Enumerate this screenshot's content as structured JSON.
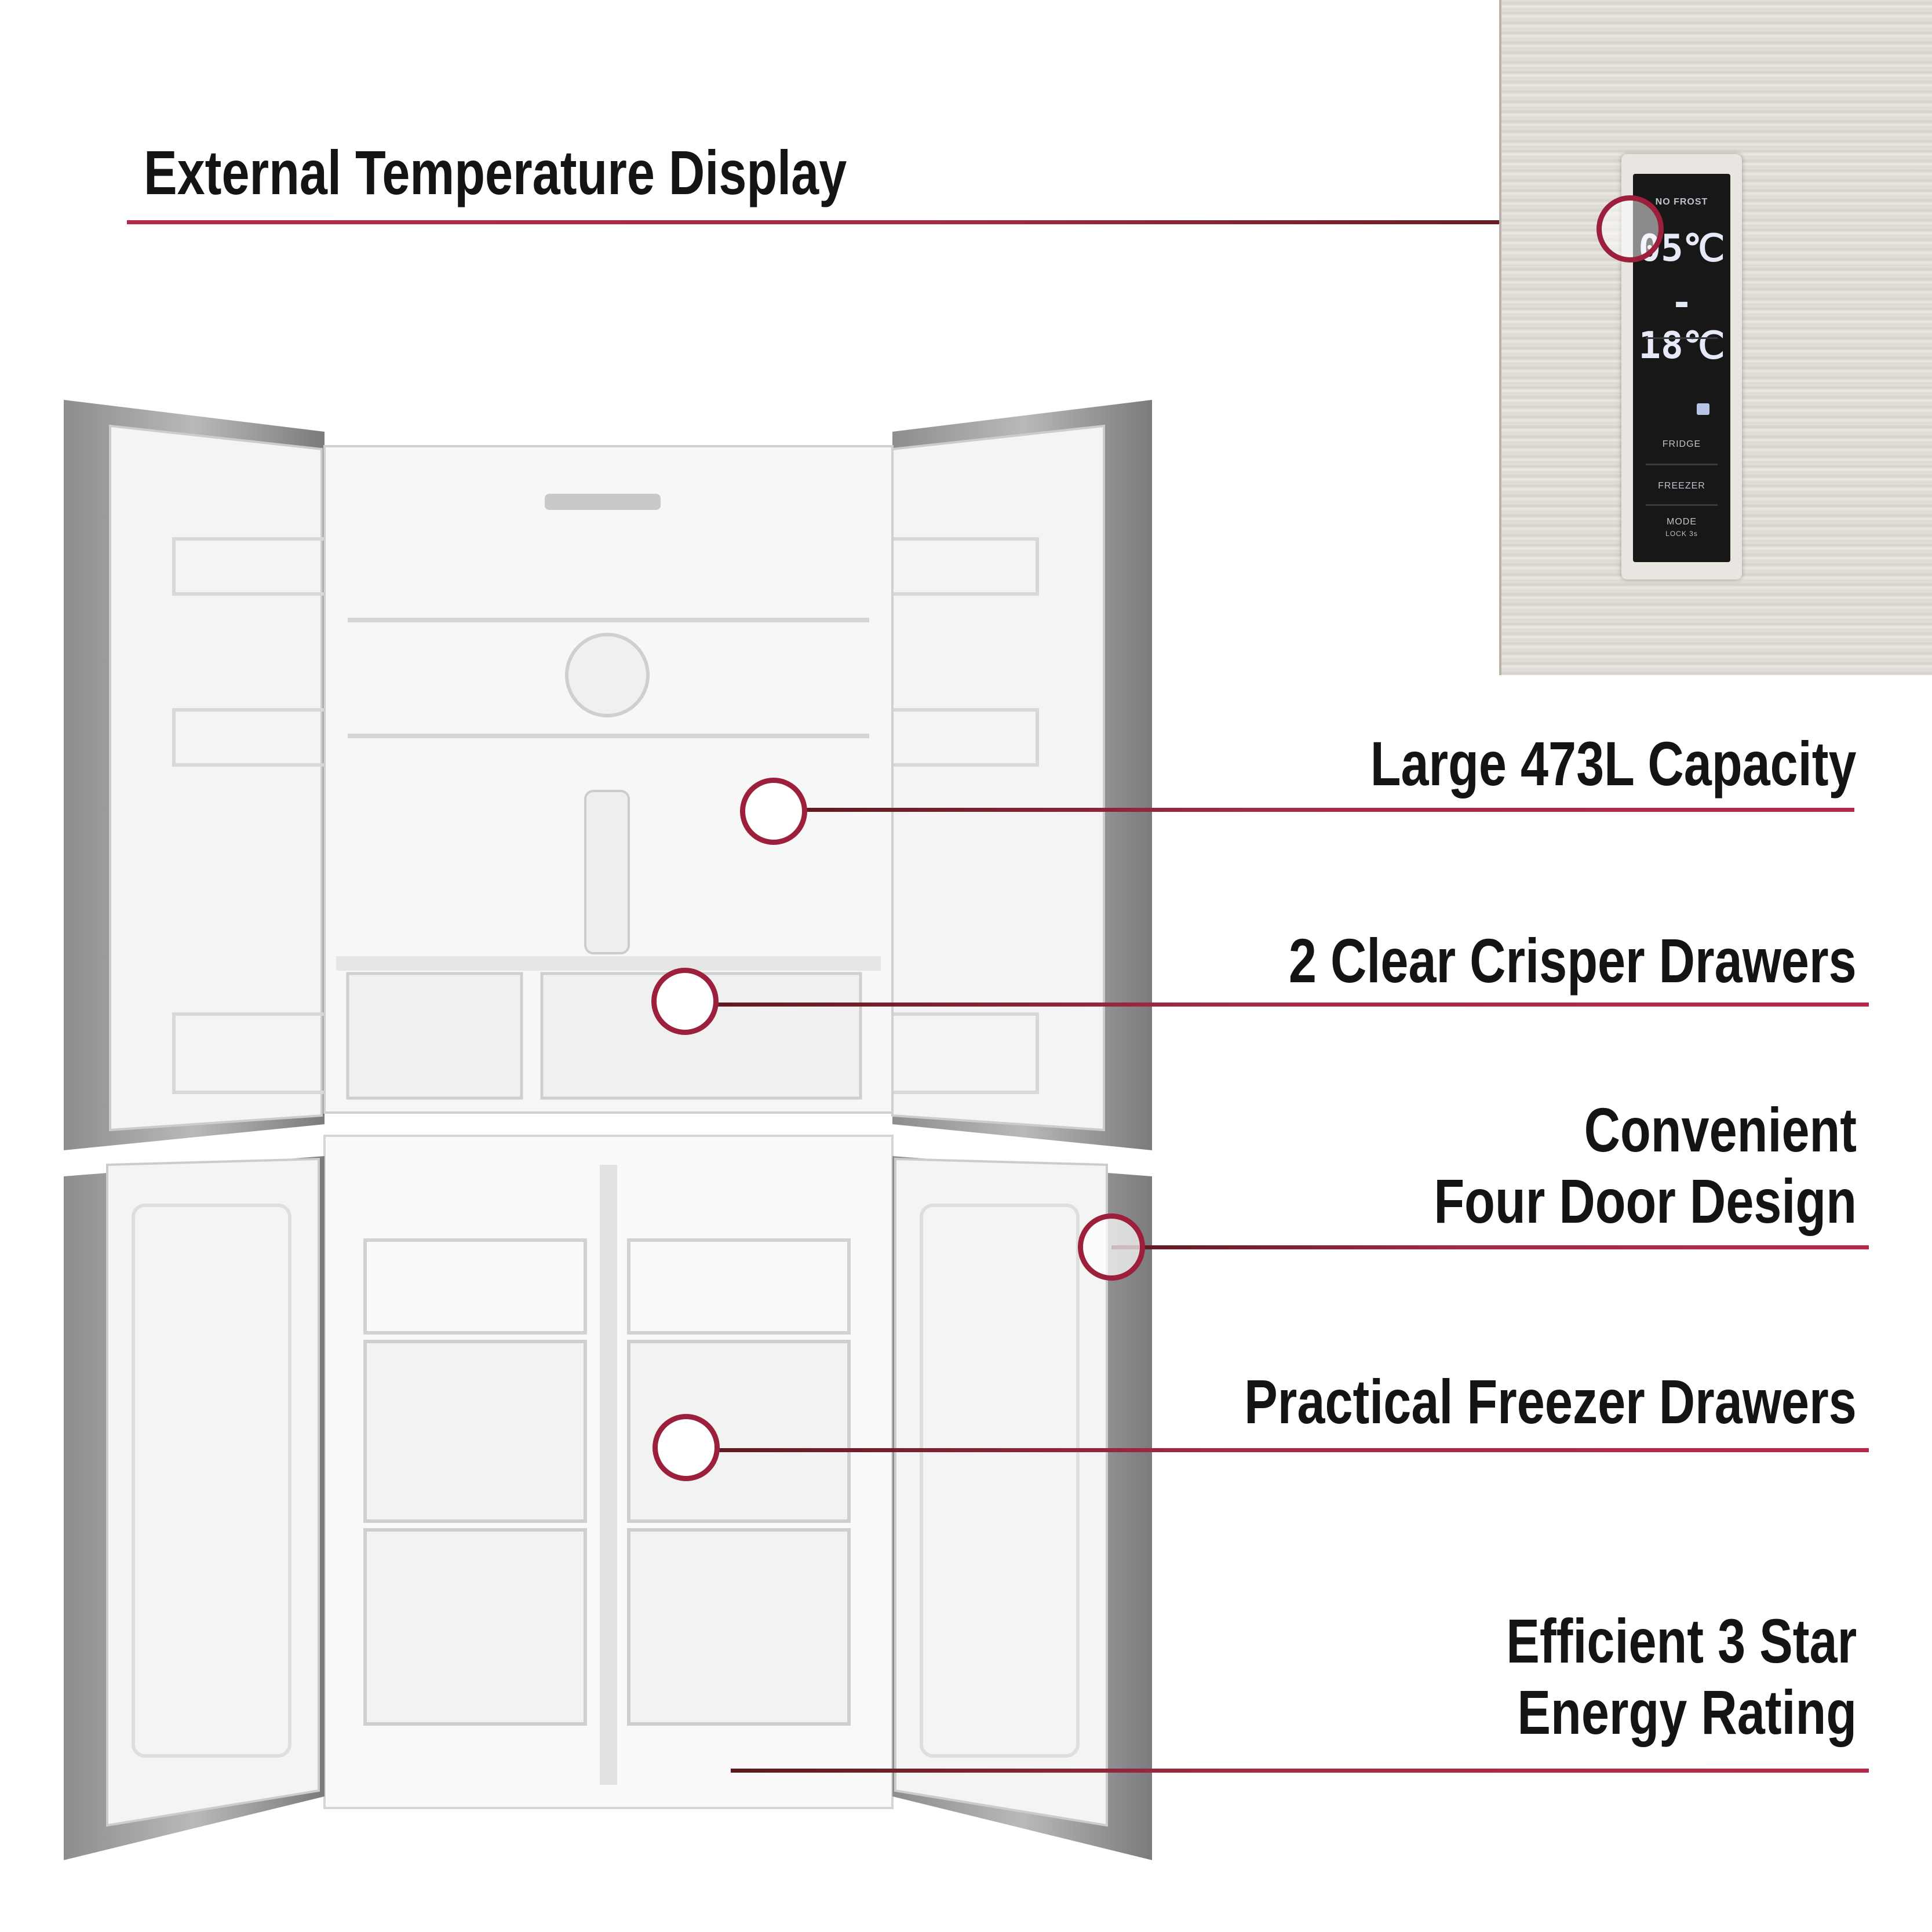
{
  "features": {
    "temperature_display": "External Temperature Display",
    "capacity": "Large 473L Capacity",
    "crisper": "2 Clear Crisper Drawers",
    "doors_line1": "Convenient",
    "doors_line2": "Four Door Design",
    "freezer": "Practical Freezer Drawers",
    "energy_line1": "Efficient 3 Star",
    "energy_line2": "Energy Rating"
  },
  "display_panel": {
    "brand_text": "NO FROST",
    "fridge_temp": "05℃",
    "freezer_temp": "- 18℃",
    "lock_icon": "lock-icon",
    "fridge_button": "FRIDGE",
    "freezer_button": "FREEZER",
    "mode_button": "MODE",
    "lock_hint": "LOCK 3s"
  },
  "colors": {
    "accent_line": "#b8284a",
    "accent_dark": "#5a1a20",
    "circle": "#9c1f3c"
  }
}
